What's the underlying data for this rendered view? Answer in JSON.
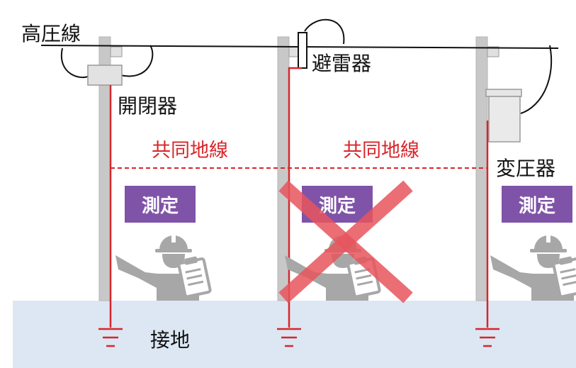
{
  "labels": {
    "high_voltage_line": "高圧線",
    "switch": "開閉器",
    "lightning_arrester": "避雷器",
    "transformer": "変圧器",
    "common_ground_line_left": "共同地線",
    "common_ground_line_right": "共同地線",
    "ground": "接地"
  },
  "badges": [
    "測定",
    "測定",
    "測定"
  ],
  "colors": {
    "ground_area": "#dce7f3",
    "pole": "#c8c8c8",
    "ground_wire": "#d7262b",
    "badge": "#7f53a8",
    "worker": "#a7a7a7",
    "cross": "#e8555d"
  },
  "icons": [
    "worker-with-hardhat-and-clipboard-icon",
    "ground-symbol-icon",
    "prohibited-cross-icon"
  ]
}
